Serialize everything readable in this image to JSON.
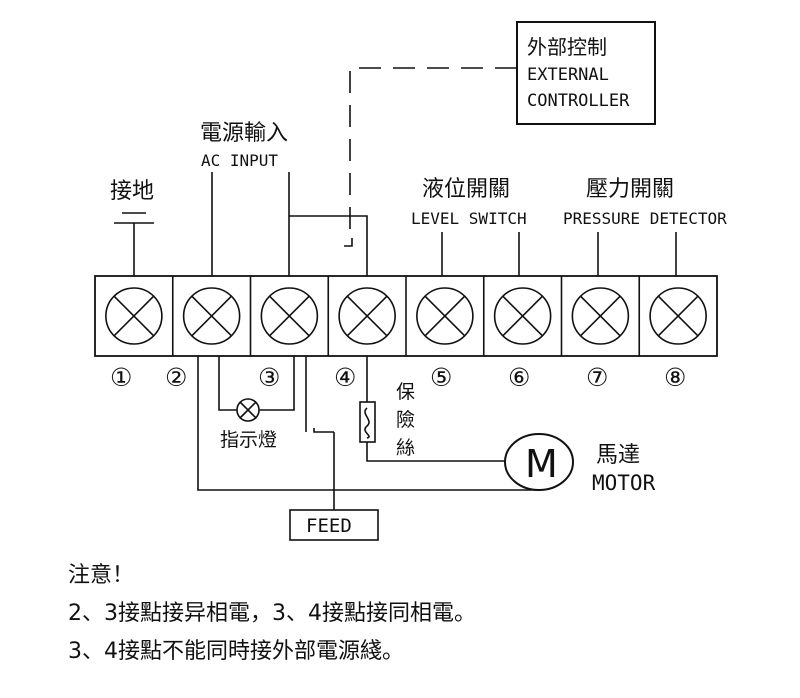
{
  "external_controller": {
    "cn": "外部控制",
    "en1": "EXTERNAL",
    "en2": "CONTROLLER"
  },
  "ac_input": {
    "cn": "電源輸入",
    "en": "AC INPUT"
  },
  "ground": {
    "cn": "接地",
    "symbol": "⼆"
  },
  "level_switch": {
    "cn": "液位開關",
    "en": "LEVEL SWITCH"
  },
  "pressure_detector": {
    "cn": "壓力開關",
    "en": "PRESSURE DETECTOR"
  },
  "terminals": [
    "①",
    "②",
    "③",
    "④",
    "⑤",
    "⑥",
    "⑦",
    "⑧"
  ],
  "indicator_lamp": {
    "cn": "指示燈"
  },
  "fuse": {
    "cn1": "保",
    "cn2": "險",
    "cn3": "絲"
  },
  "motor": {
    "symbol": "M",
    "cn": "馬達",
    "en": "MOTOR"
  },
  "feed": {
    "label": "FEED"
  },
  "notes": {
    "heading": "注意！",
    "line1": "2、3接點接异相電，3、4接點接同相電。",
    "line2": "3、4接點不能同時接外部電源綫。"
  }
}
